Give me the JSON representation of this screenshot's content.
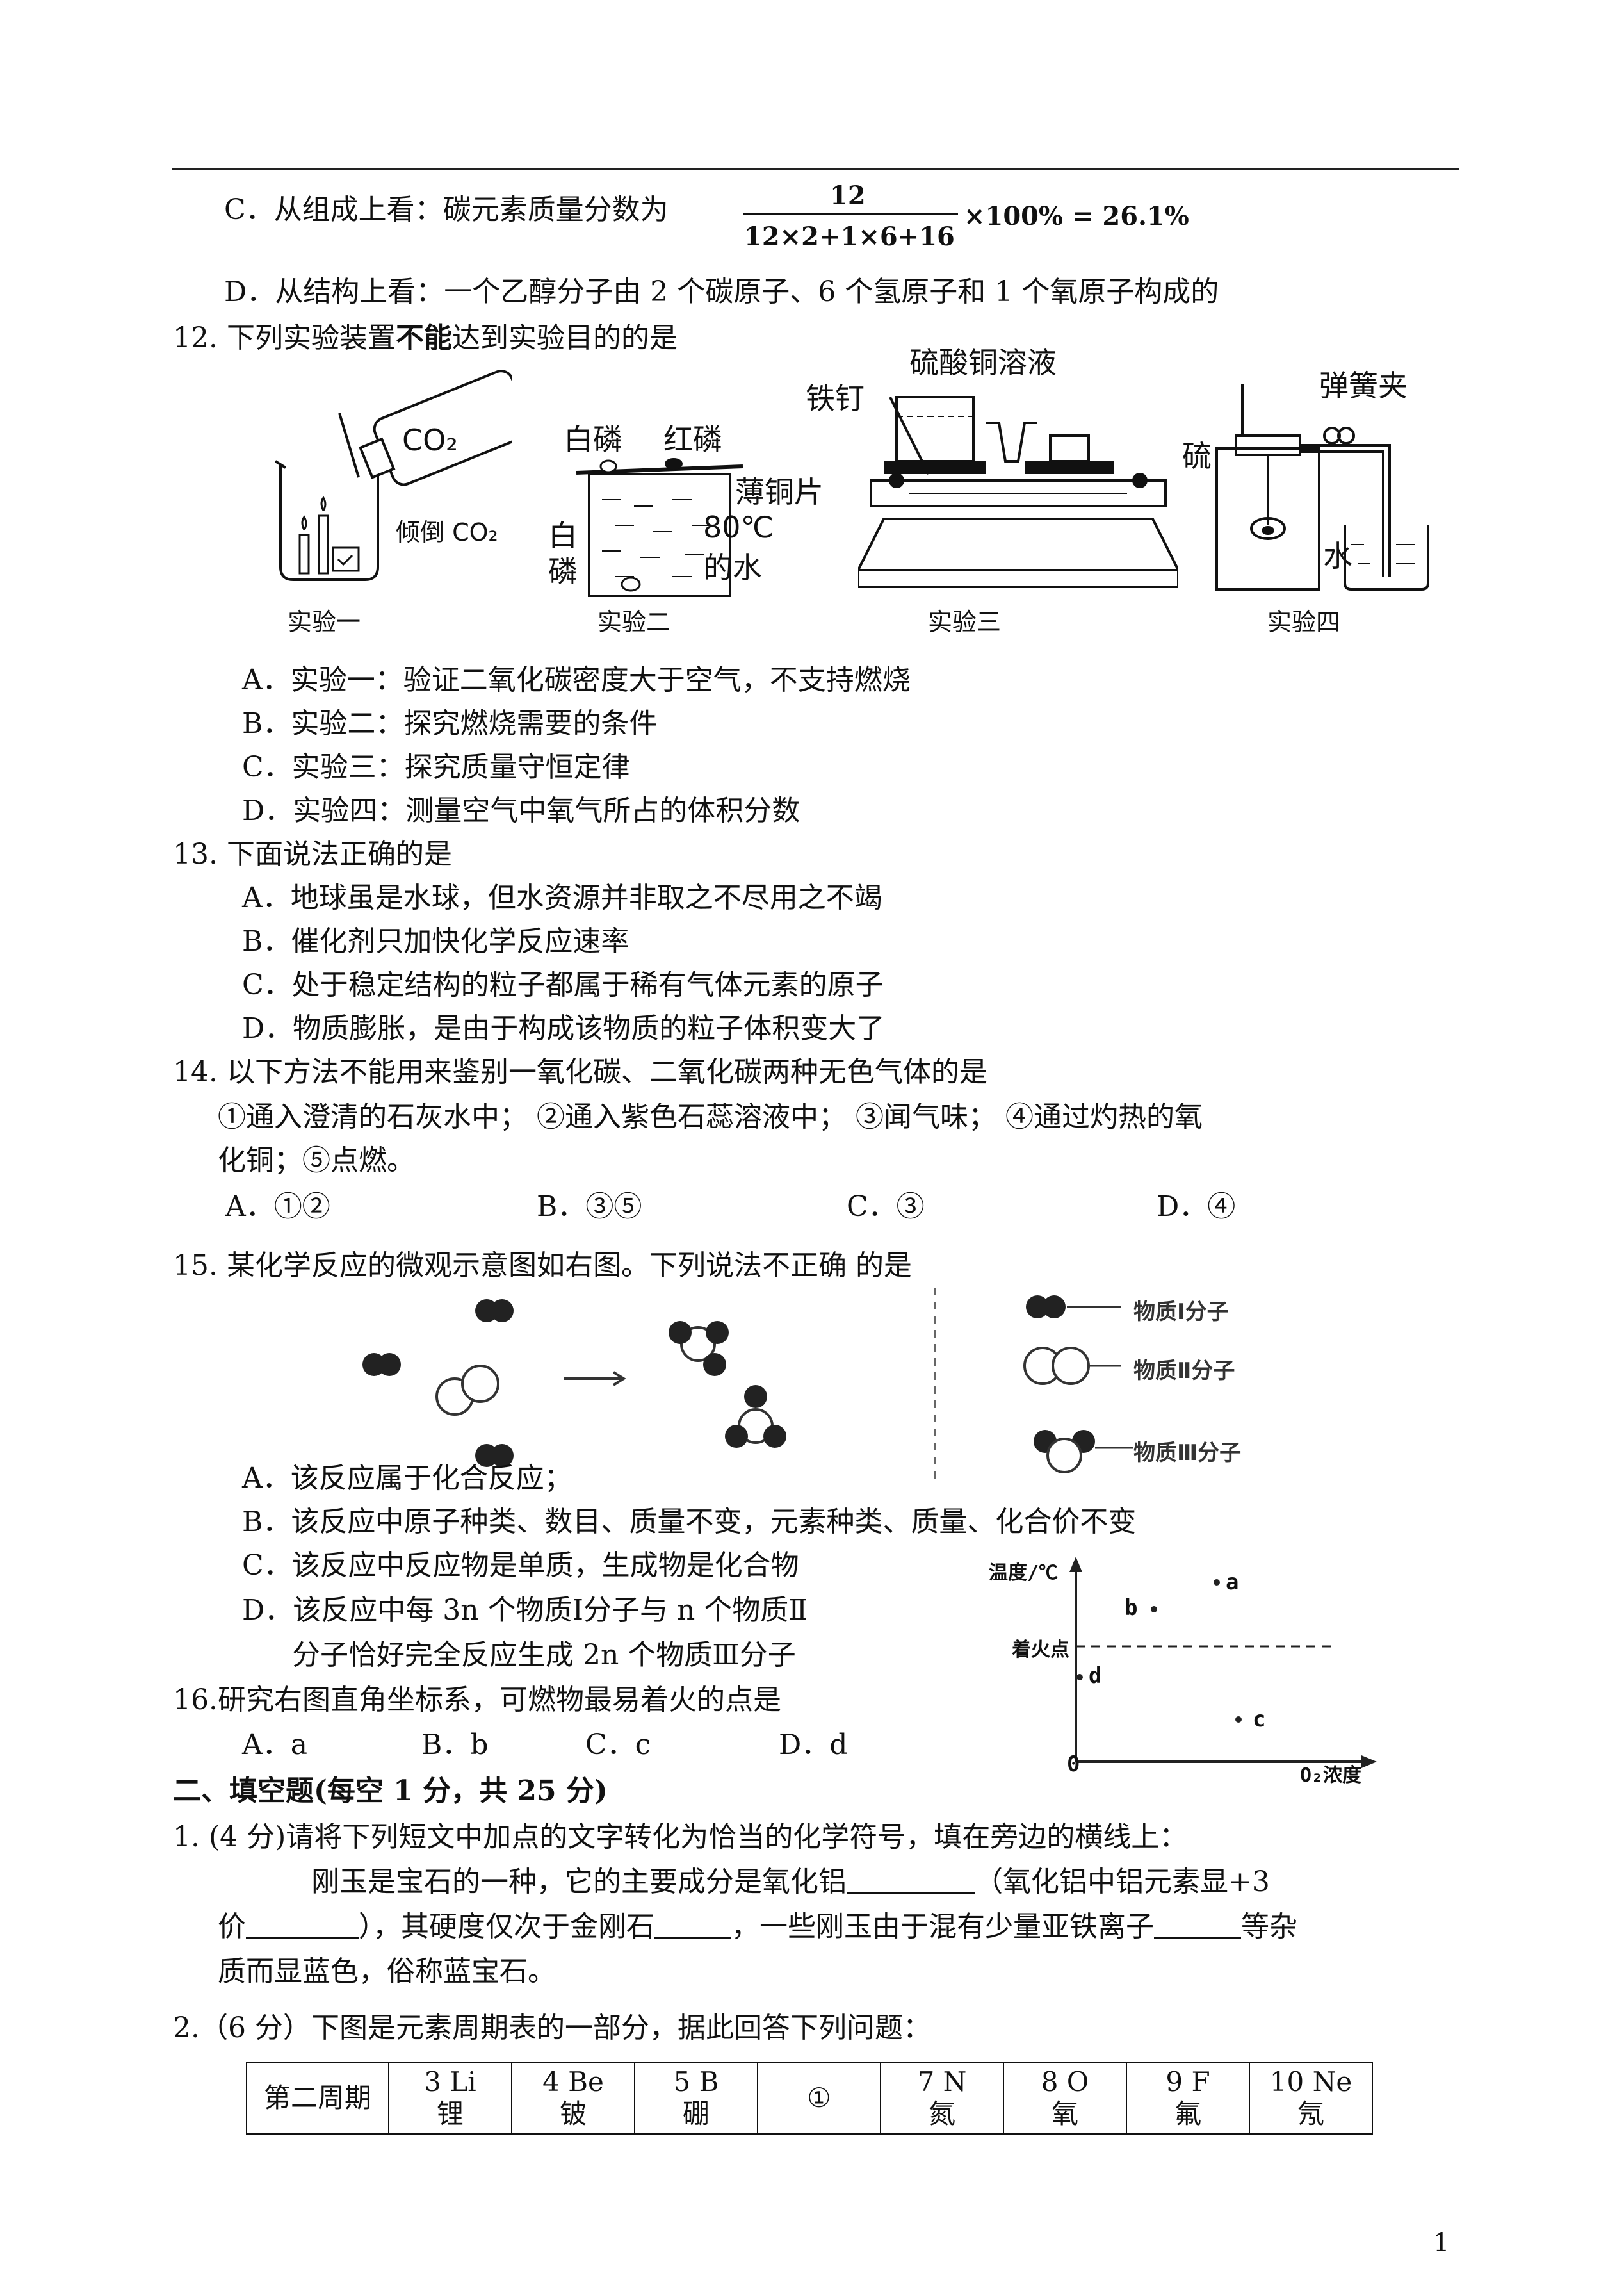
{
  "lines": {
    "q11c": "C．从组成上看：碳元素质量分数为",
    "q11c_num": "12",
    "q11c_den": "12×2+1×6+16",
    "q11c_tail": "×100% = 26.1%",
    "q11d": "D．从结构上看：一个乙醇分子由 2 个碳原子、6 个氢原子和 1 个氧原子构成的",
    "q12_a": "12.  下列实验装置",
    "q12_bold": "不能",
    "q12_b": "达到实验目的的是",
    "q12A": "A．实验一：验证二氧化碳密度大于空气，不支持燃烧",
    "q12B": "B．实验二：探究燃烧需要的条件",
    "q12C": "C．实验三：探究质量守恒定律",
    "q12D": "D．实验四：测量空气中氧气所占的体积分数",
    "q13": "13.  下面说法正确的是",
    "q13A": "A．地球虽是水球，但水资源并非取之不尽用之不竭",
    "q13B": "B．催化剂只加快化学反应速率",
    "q13C": "C．处于稳定结构的粒子都属于稀有气体元素的原子",
    "q13D": "D．物质膨胀，是由于构成该物质的粒子体积变大了",
    "q14": "14.  以下方法不能用来鉴别一氧化碳、二氧化碳两种无色气体的是",
    "q14_l1": "①通入澄清的石灰水中；    ②通入紫色石蕊溶液中；    ③闻气味；      ④通过灼热的氧",
    "q14_l2": "化铜；⑤点燃。",
    "q14A": "A．①②",
    "q14B": "B．③⑤",
    "q14C": "C．③",
    "q14D": "D．④",
    "q15": "15.  某化学反应的微观示意图如右图。下列说法不正确  的是",
    "q15A": "A．该反应属于化合反应；",
    "q15B": "B．该反应中原子种类、数目、质量不变，元素种类、质量、化合价不变",
    "q15C": "C．该反应中反应物是单质，生成物是化合物",
    "q15D1": "D．该反应中每 3n 个物质Ⅰ分子与 n 个物质Ⅱ",
    "q15D2": "分子恰好完全反应生成 2n 个物质Ⅲ分子",
    "q16": "16.研究右图直角坐标系，可燃物最易着火的点是",
    "q16A": "A．a",
    "q16B": "B．b",
    "q16C": "C．c",
    "q16D": "D．d",
    "sec2": "二、填空题(每空 1 分，共 25 分)",
    "f1": "1.  (4 分)请将下列短文中加点的文字转化为恰当的化学符号，填在旁边的横线上：",
    "f1_l1a": "刚玉是宝石的一种，它的主要成分是氧化铝",
    "f1_l1b": "（氧化铝中铝元素显+3",
    "f1_l2a": "价",
    "f1_l2b": "），其硬度仅次于金刚石",
    "f1_l2c": "，一些刚玉由于混有少量亚铁离子",
    "f1_l2d": "等杂",
    "f1_l3": "质而显蓝色，俗称蓝宝石。",
    "f2": "2.（6 分）下图是元素周期表的一部分，据此回答下列问题："
  },
  "figures": {
    "exp1_co2": "CO₂",
    "exp1_pour": "倾倒 CO₂",
    "exp1_cap": "实验一",
    "exp2_white": "白磷",
    "exp2_red": "红磷",
    "exp2_copper": "薄铜片",
    "exp2_white2a": "白",
    "exp2_white2b": "磷",
    "exp2_temp": "80℃",
    "exp2_water": "的水",
    "exp2_cap": "实验二",
    "exp3_cuso4": "硫酸铜溶液",
    "exp3_nail": "铁钉",
    "exp3_cap": "实验三",
    "exp4_clip": "弹簧夹",
    "exp4_sulfur": "硫",
    "exp4_water": "水",
    "exp4_cap": "实验四",
    "mol_I": "物质Ⅰ分子",
    "mol_II": "物质Ⅱ分子",
    "mol_III": "物质Ⅲ分子",
    "graph_y": "温度/℃",
    "graph_x": "O₂浓度",
    "graph_ignite": "着火点",
    "graph_origin": "0",
    "graph_a": "a",
    "graph_b": "b",
    "graph_c": "c",
    "graph_d": "d"
  },
  "period_table": {
    "row_label": "第二周期",
    "cells": [
      {
        "top": "3 Li",
        "bottom": "锂"
      },
      {
        "top": "4 Be",
        "bottom": "铍"
      },
      {
        "top": "5 B",
        "bottom": "硼"
      },
      {
        "top": "①",
        "bottom": ""
      },
      {
        "top": "7 N",
        "bottom": "氮"
      },
      {
        "top": "8 O",
        "bottom": "氧"
      },
      {
        "top": "9 F",
        "bottom": "氟"
      },
      {
        "top": "10 Ne",
        "bottom": "氖"
      }
    ]
  },
  "page_number": "1"
}
